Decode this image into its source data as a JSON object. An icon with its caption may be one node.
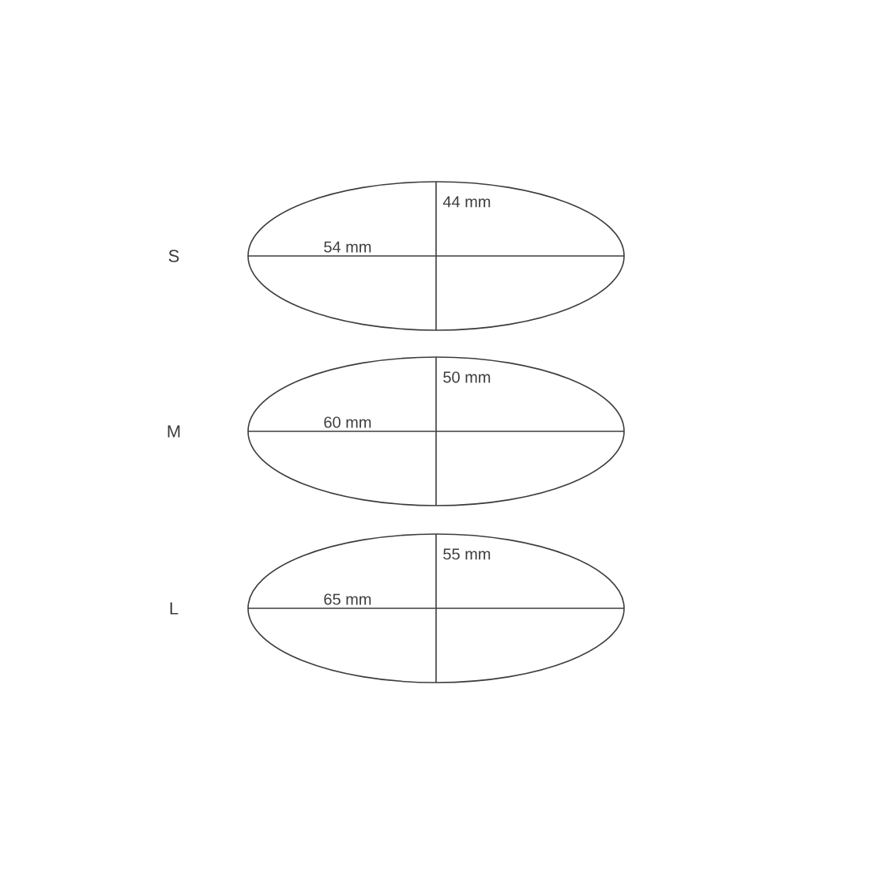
{
  "diagram": {
    "nodes": [
      {
        "text": [
          "54 mm",
          "44 mm"
        ],
        "beside": [
          "S"
        ]
      },
      {
        "text": [
          "60 mm",
          "50 mm"
        ],
        "beside": [
          "M"
        ]
      },
      {
        "text": [
          "65 mm",
          "55 mm"
        ],
        "beside": [
          "L"
        ]
      }
    ]
  }
}
